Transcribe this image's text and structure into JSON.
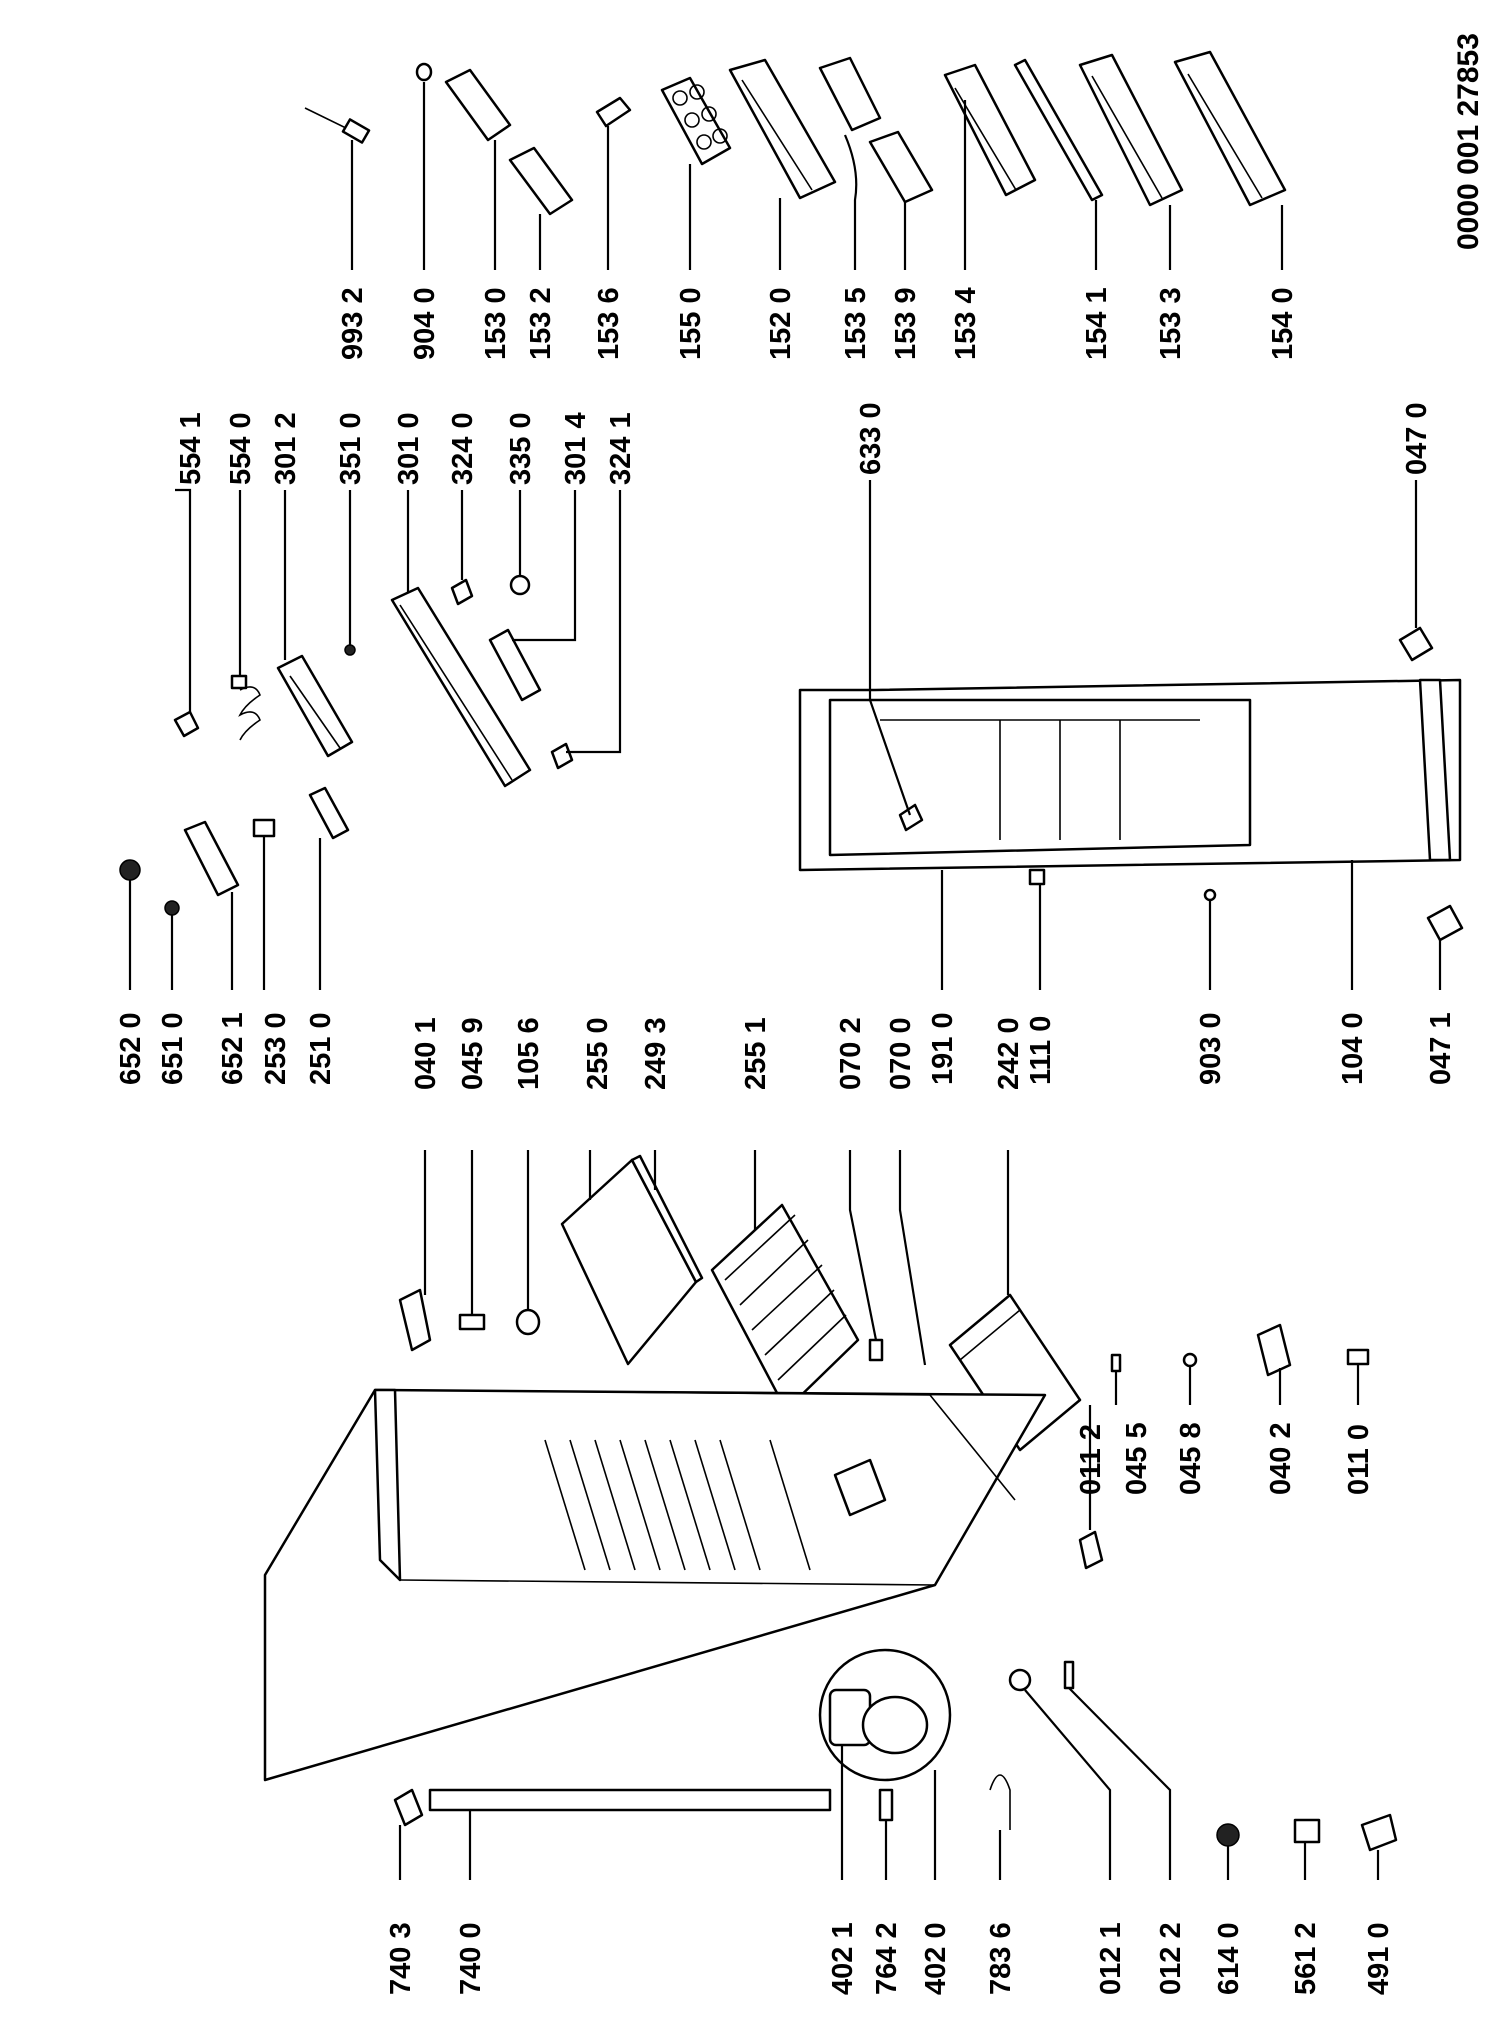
{
  "document_ref": "0000 001 27853",
  "callouts": [
    {
      "id": "c9932",
      "text": "993 2"
    },
    {
      "id": "c9040",
      "text": "904 0"
    },
    {
      "id": "c1530",
      "text": "153 0"
    },
    {
      "id": "c1532",
      "text": "153 2"
    },
    {
      "id": "c1536",
      "text": "153 6"
    },
    {
      "id": "c1550",
      "text": "155 0"
    },
    {
      "id": "c1520",
      "text": "152 0"
    },
    {
      "id": "c1535",
      "text": "153 5"
    },
    {
      "id": "c1539",
      "text": "153 9"
    },
    {
      "id": "c1534",
      "text": "153 4"
    },
    {
      "id": "c1541",
      "text": "154 1"
    },
    {
      "id": "c1533",
      "text": "153 3"
    },
    {
      "id": "c1540",
      "text": "154 0"
    },
    {
      "id": "c5541",
      "text": "554 1"
    },
    {
      "id": "c5540",
      "text": "554 0"
    },
    {
      "id": "c3012",
      "text": "301 2"
    },
    {
      "id": "c3510",
      "text": "351 0"
    },
    {
      "id": "c3010",
      "text": "301 0"
    },
    {
      "id": "c3240",
      "text": "324 0"
    },
    {
      "id": "c3350",
      "text": "335 0"
    },
    {
      "id": "c3014",
      "text": "301 4"
    },
    {
      "id": "c3241",
      "text": "324 1"
    },
    {
      "id": "c6330",
      "text": "633 0"
    },
    {
      "id": "c0470",
      "text": "047 0"
    },
    {
      "id": "c6520",
      "text": "652 0"
    },
    {
      "id": "c6510",
      "text": "651 0"
    },
    {
      "id": "c6521",
      "text": "652 1"
    },
    {
      "id": "c2530",
      "text": "253 0"
    },
    {
      "id": "c2510",
      "text": "251 0"
    },
    {
      "id": "c0401",
      "text": "040 1"
    },
    {
      "id": "c0459",
      "text": "045 9"
    },
    {
      "id": "c1056",
      "text": "105 6"
    },
    {
      "id": "c2550",
      "text": "255 0"
    },
    {
      "id": "c2493",
      "text": "249 3"
    },
    {
      "id": "c2551",
      "text": "255 1"
    },
    {
      "id": "c0702",
      "text": "070 2"
    },
    {
      "id": "c0700",
      "text": "070 0"
    },
    {
      "id": "c1910",
      "text": "191 0"
    },
    {
      "id": "c2420",
      "text": "242 0"
    },
    {
      "id": "c1110",
      "text": "111 0"
    },
    {
      "id": "c9030",
      "text": "903 0"
    },
    {
      "id": "c1040",
      "text": "104 0"
    },
    {
      "id": "c0471",
      "text": "047 1"
    },
    {
      "id": "c0112",
      "text": "011 2"
    },
    {
      "id": "c0455",
      "text": "045 5"
    },
    {
      "id": "c0458",
      "text": "045 8"
    },
    {
      "id": "c0402",
      "text": "040 2"
    },
    {
      "id": "c0110",
      "text": "011 0"
    },
    {
      "id": "c7403",
      "text": "740 3"
    },
    {
      "id": "c7400",
      "text": "740 0"
    },
    {
      "id": "c4021",
      "text": "402 1"
    },
    {
      "id": "c7642",
      "text": "764 2"
    },
    {
      "id": "c4020",
      "text": "402 0"
    },
    {
      "id": "c7836",
      "text": "783 6"
    },
    {
      "id": "c0121",
      "text": "012 1"
    },
    {
      "id": "c0122",
      "text": "012 2"
    },
    {
      "id": "c6140",
      "text": "614 0"
    },
    {
      "id": "c5612",
      "text": "561 2"
    },
    {
      "id": "c4910",
      "text": "491 0"
    }
  ]
}
